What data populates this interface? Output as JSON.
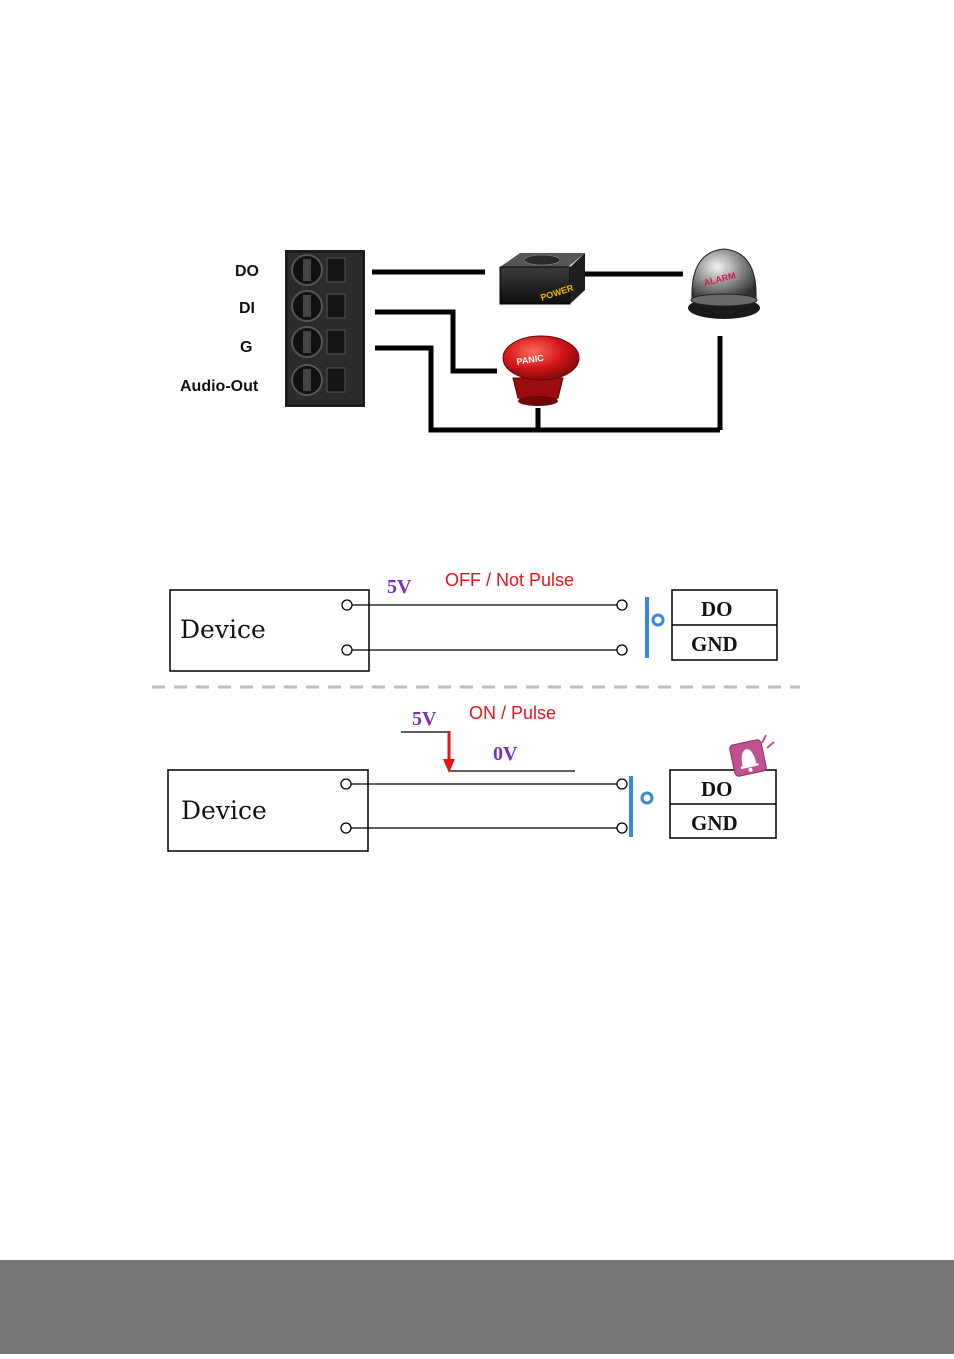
{
  "terminal_labels": {
    "do": "DO",
    "di": "DI",
    "g": "G",
    "audio_out": "Audio-Out"
  },
  "devices": {
    "power": "POWER",
    "alarm": "ALARM",
    "panic": "PANIC"
  },
  "diagram_off": {
    "voltage": "5V",
    "state": "OFF / Not Pulse",
    "device_label": "Device",
    "terminal_top": "DO",
    "terminal_bottom": "GND"
  },
  "diagram_on": {
    "voltage_high": "5V",
    "voltage_low": "0V",
    "state": "ON / Pulse",
    "device_label": "Device",
    "terminal_top": "DO",
    "terminal_bottom": "GND"
  },
  "colors": {
    "voltage": "#7b2fbe",
    "state": "#e8141b",
    "switch": "#3a86d8",
    "arrow": "#e8141b",
    "alarm_icon": "#c0508f",
    "footer": "#777777"
  }
}
